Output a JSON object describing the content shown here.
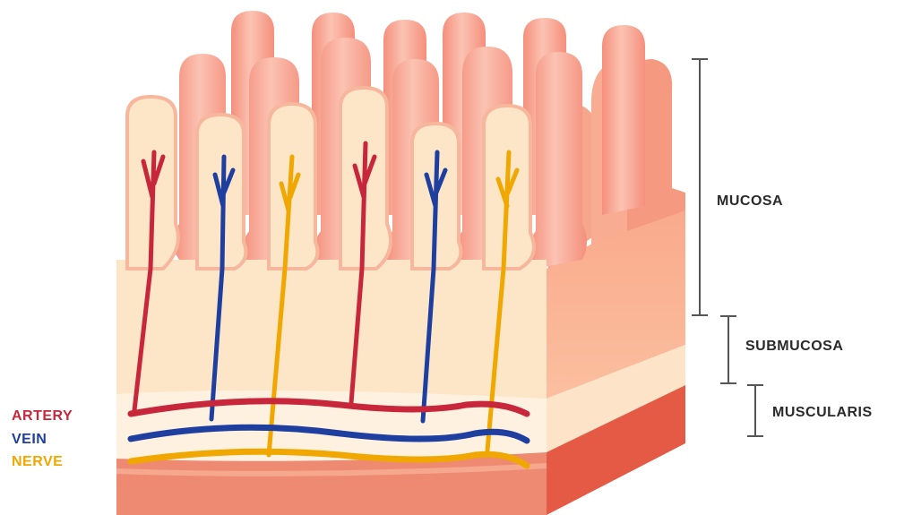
{
  "layers": {
    "mucosa": "MUCOSA",
    "submucosa": "SUBMUCOSA",
    "muscularis": "MUSCULARIS"
  },
  "legend": [
    {
      "key": "artery",
      "label": "ARTERY",
      "color": "#c8263b"
    },
    {
      "key": "vein",
      "label": "VEIN",
      "color": "#1e3fa0"
    },
    {
      "key": "nerve",
      "label": "NERVE",
      "color": "#f0a800"
    }
  ],
  "colors": {
    "villus_back": "#f7a08c",
    "villus_highlight": "#fbd0c2",
    "villus_front": "#fde6c8",
    "villus_front_edge": "#f6b79c",
    "submucosa_band": "#fff3e4",
    "muscularis": "#ef8a72",
    "side_mucosa": "#f9b697",
    "side_submucosa": "#fde3c8",
    "side_muscularis": "#e55a44",
    "bracket": "#555555"
  }
}
